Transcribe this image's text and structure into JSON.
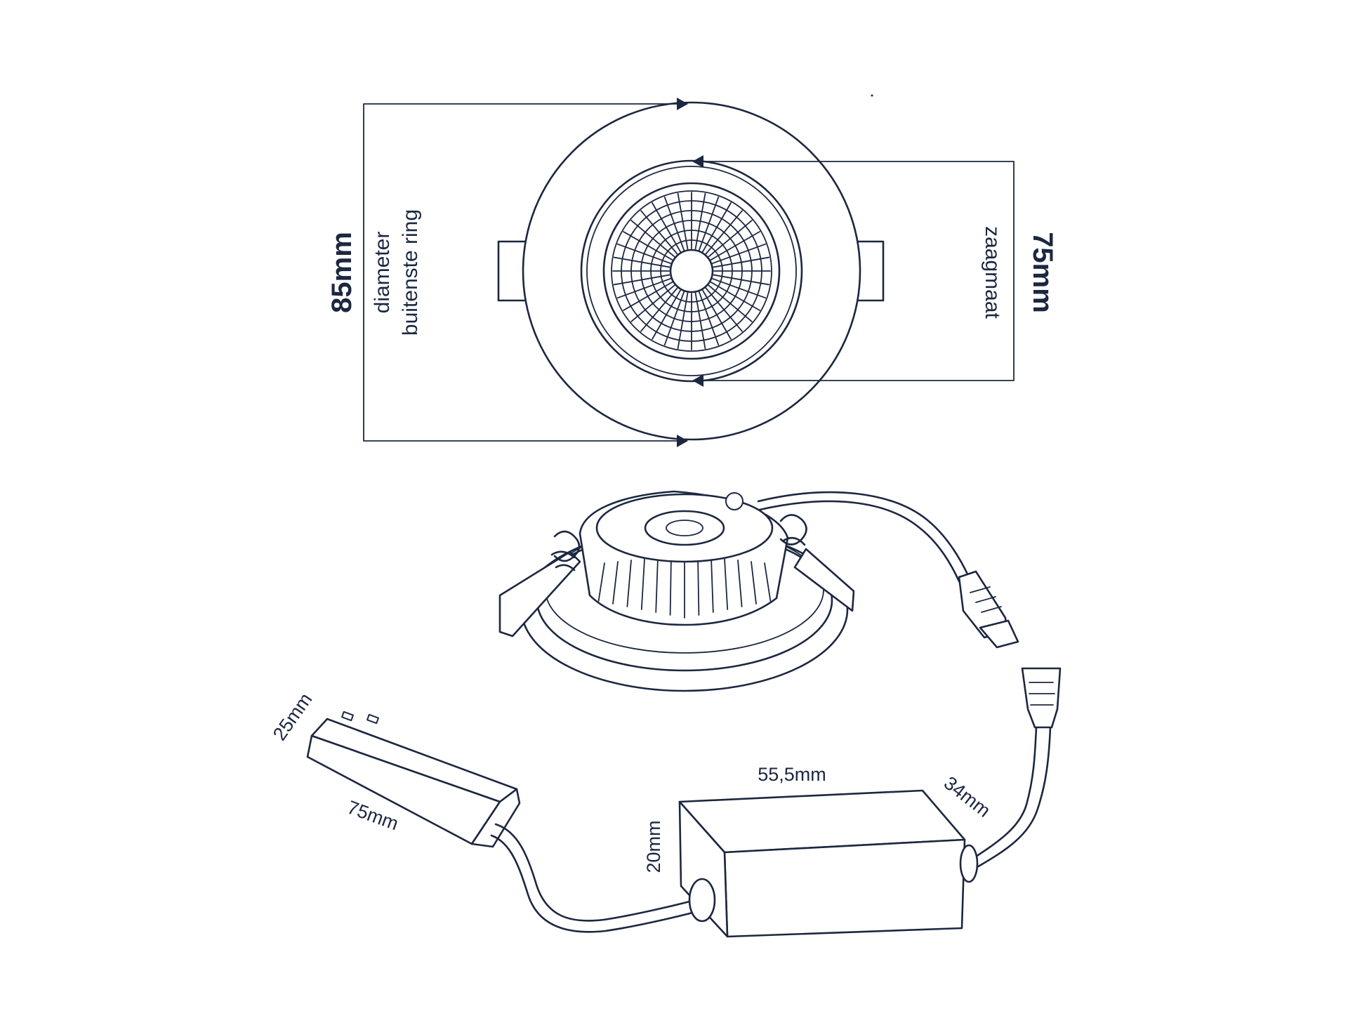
{
  "diagram": {
    "top_view": {
      "outer_dimension": "85mm",
      "outer_caption_line1": "diameter",
      "outer_caption_line2": "buitenste ring",
      "cutout_dimension": "75mm",
      "cutout_caption": "zaagmaat"
    },
    "connector_box": {
      "length": "75mm",
      "height": "25mm"
    },
    "driver_box": {
      "length": "55,5mm",
      "width": "34mm",
      "height": "20mm"
    },
    "colors": {
      "line": "#1c2740",
      "background": "#ffffff"
    }
  }
}
